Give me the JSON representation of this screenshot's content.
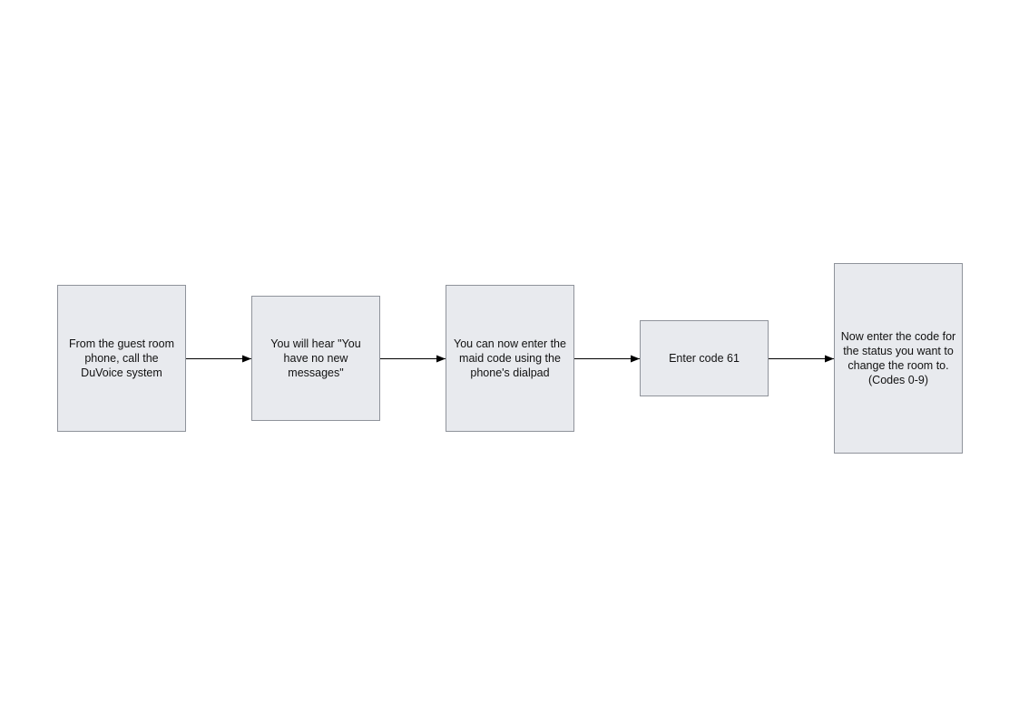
{
  "diagram": {
    "nodes": [
      {
        "id": "n1",
        "text": "From the guest room\nphone, call the\nDuVoice system"
      },
      {
        "id": "n2",
        "text": "You will hear \"You\nhave no new\nmessages\""
      },
      {
        "id": "n3",
        "text": "You can now enter the\nmaid code using the\nphone's dialpad"
      },
      {
        "id": "n4",
        "text": "Enter code 61"
      },
      {
        "id": "n5",
        "text": "Now enter the code for\nthe status you want to\nchange the room to.\n(Codes 0-9)"
      }
    ],
    "edges": [
      {
        "from": "n1",
        "to": "n2"
      },
      {
        "from": "n2",
        "to": "n3"
      },
      {
        "from": "n3",
        "to": "n4"
      },
      {
        "from": "n4",
        "to": "n5"
      }
    ],
    "colors": {
      "node_fill": "#e8eaee",
      "node_border": "#8f939b",
      "edge": "#000000",
      "background": "#ffffff"
    }
  }
}
